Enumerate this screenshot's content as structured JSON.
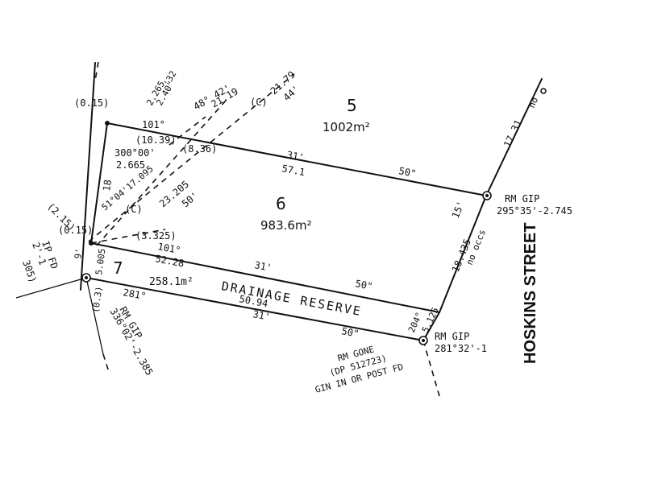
{
  "street_name": "HOSKINS STREET",
  "lots": {
    "lot5": {
      "number": "5",
      "area": "1002m²"
    },
    "lot6": {
      "number": "6",
      "area": "983.6m²"
    },
    "lot7": {
      "number": "7",
      "area": "258.1m²"
    }
  },
  "drainage_reserve": "DRAINAGE RESERVE",
  "marks": {
    "rm_gip_east": "RM GIP",
    "rm_gip_east_bearing": "295°35'-2.745",
    "rm_gip_south": "RM GIP",
    "rm_gip_south_bearing": "281°32'-1",
    "rm_gip_west": "RM GIP",
    "rm_gip_west_bearing": "336°02'-2.385",
    "ip_fd": "IP FD",
    "ip_fd_bearing": "2'-1",
    "ip_fd_ref": "305)",
    "rm_gone_1": "RM GONE",
    "rm_gone_2": "(DP 512723)",
    "rm_gone_3": "GIN IN OR POST FD"
  },
  "dimensions": {
    "top_bearing": "101°",
    "top_dist": "(10.39)",
    "top_left_offset": "(0.15)",
    "mid_bearing": "31'",
    "mid_dist": "57.1",
    "mid_seconds": "50\"",
    "lot6_bottom_bearing": "101°",
    "lot6_bottom_min": "31'",
    "lot6_bottom_dist": "52.28",
    "lot6_bottom_sec": "50\"",
    "reserve_bearing": "281°",
    "reserve_dist": "50.94",
    "reserve_min": "31'",
    "reserve_sec": "50\"",
    "east_upper": "17.31",
    "east_lower": "18.435",
    "east_min": "15'",
    "no_occs": "no occs",
    "no_top": "no",
    "reserve_east_bearing": "204°",
    "reserve_east_dist": "5.125",
    "west_18": "18",
    "west_offset_215": "(2.15)",
    "west_offset_015": "(0.15)",
    "west_9": "9'",
    "west_5005": "5.005",
    "west_03": "(0.3)",
    "d_300": "300°00'",
    "d_2665": "2.665",
    "d_836": "(8.36)",
    "d_51": "51°04'17.095",
    "d_23205": "23.205",
    "d_50p": "50'",
    "d_c1": "(C)",
    "d_c2": "(C)",
    "d_3325": "(3.325)",
    "d_4842": "48° 42'",
    "d_2119": "21.19",
    "d_2179": "21.79",
    "d_44": "44'",
    "d_top_a": "2.40\"",
    "d_top_b": "2.265",
    "d_top_c": "'32"
  }
}
